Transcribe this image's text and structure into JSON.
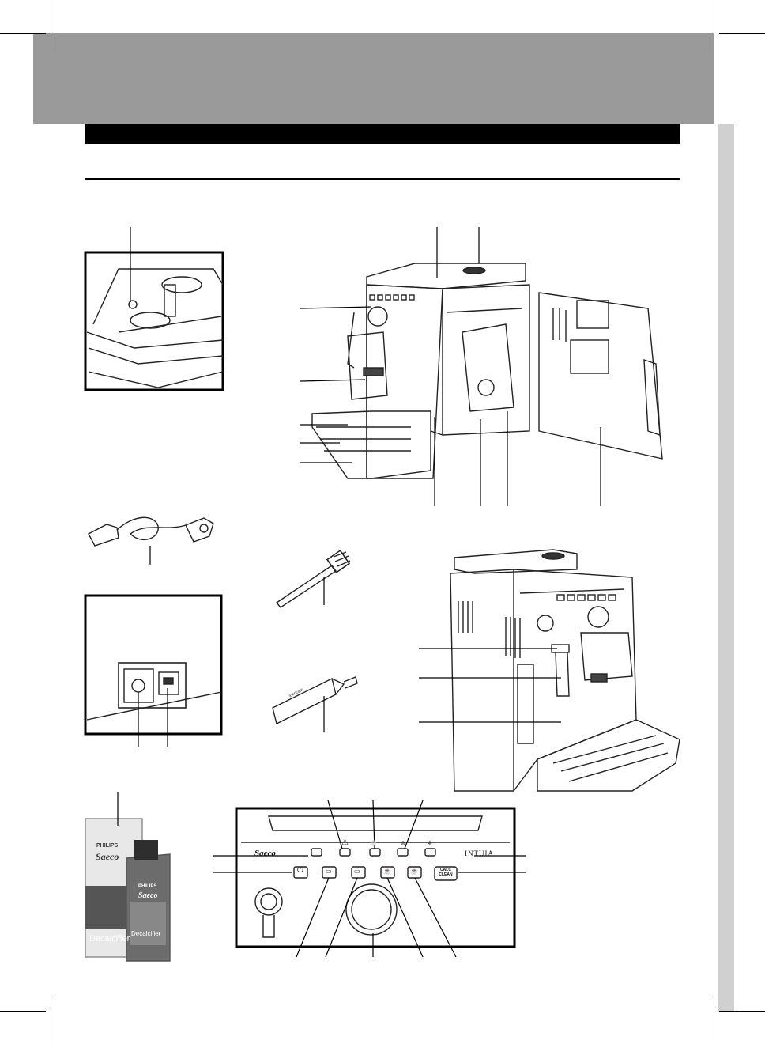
{
  "colors": {
    "header_band": "#9a9a9a",
    "side_tab": "#d0d0d0",
    "title_bar": "#000000",
    "line_art": "#222222",
    "decalcifier_bottle": "#4a4a4a"
  },
  "icons": [
    "power-icon",
    "warning-icon",
    "espresso-icon",
    "milk-icon",
    "beans-icon",
    "one-cup-icon",
    "two-cups-icon",
    "long-coffee-icon",
    "cappuccino-icon"
  ],
  "panel": {
    "brand_logo": "Saeco",
    "model_logo": "INTUIA",
    "calc_clean_label_line1": "CALC",
    "calc_clean_label_line2": "CLEAN"
  },
  "decalcifier": {
    "maker": "PHILIPS",
    "brand": "Saeco",
    "product": "Decalcifier"
  },
  "tube": {
    "label": "lubricant"
  }
}
